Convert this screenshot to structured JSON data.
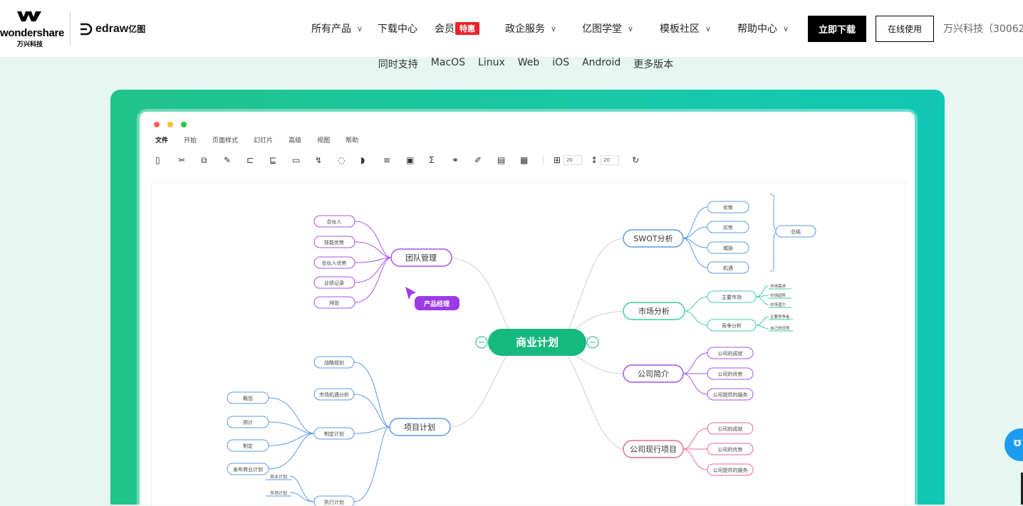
{
  "brand": {
    "wondershare": "wondershare",
    "wondershare_cn": "万兴科技",
    "edraw": "edraw",
    "edraw_cn": "亿图"
  },
  "nav": {
    "products": "所有产品",
    "download_center": "下载中心",
    "member": "会员",
    "member_badge": "特惠",
    "gov_service": "政企服务",
    "academy": "亿图学堂",
    "template_community": "模板社区",
    "help_center": "帮助中心",
    "download_button": "立即下载",
    "online_button": "在线使用",
    "stock_text": "万兴科技（30062"
  },
  "platforms": [
    "同时支持",
    "MacOS",
    "Linux",
    "Web",
    "iOS",
    "Android",
    "更多版本"
  ],
  "app": {
    "menu": [
      "文件",
      "开始",
      "页面样式",
      "幻灯片",
      "高级",
      "视图",
      "帮助"
    ],
    "tools": [
      "clipboard-icon",
      "scissors-icon",
      "copy-icon",
      "brush-icon",
      "topic-icon",
      "subtopic-icon",
      "frame-icon",
      "connector-icon",
      "comment-icon",
      "tag-icon",
      "list-icon",
      "image-icon",
      "formula-icon",
      "link-icon",
      "pen-icon",
      "note-icon",
      "table-icon"
    ],
    "spacing_h": "20",
    "spacing_v": "20"
  },
  "mindmap": {
    "center": "商业计划",
    "pointer_tag": "产品经理",
    "team": {
      "label": "团队管理",
      "children": [
        "合伙人",
        "技能优势",
        "合伙人优势",
        "业绩记录",
        "排验"
      ]
    },
    "project": {
      "label": "项目计划",
      "children": [
        "战略规划",
        "市场机遇分析",
        "制定计划",
        "执行计划"
      ],
      "plan_children": [
        "概括",
        "预计",
        "制定",
        "发布商业计划"
      ],
      "exec_children": [
        "商业计划",
        "市场计划"
      ]
    },
    "swot": {
      "label": "SWOT分析",
      "children": [
        "优势",
        "劣势",
        "威胁",
        "机遇"
      ],
      "summary": "总结"
    },
    "market": {
      "label": "市场分析",
      "children": [
        "主要市场",
        "竞争分析"
      ],
      "main_market_children": [
        "市场需求",
        "市场趋势",
        "市场潜力"
      ],
      "competition_children": [
        "主要竞争者",
        "自己的优势"
      ]
    },
    "company": {
      "label": "公司简介",
      "children": [
        "公司的成就",
        "公司的优势",
        "公司提供的服务"
      ]
    },
    "projects": {
      "label": "公司现行项目",
      "children": [
        "公司的成就",
        "公司的优势",
        "公司提供的服务"
      ]
    }
  },
  "colors": {
    "accent": "#1ac8a0",
    "center_fill": "#15b87e",
    "purple": "#9b45e8",
    "blue": "#5b9ae6",
    "teal": "#3fcf9c",
    "pink": "#ec6a8d"
  }
}
